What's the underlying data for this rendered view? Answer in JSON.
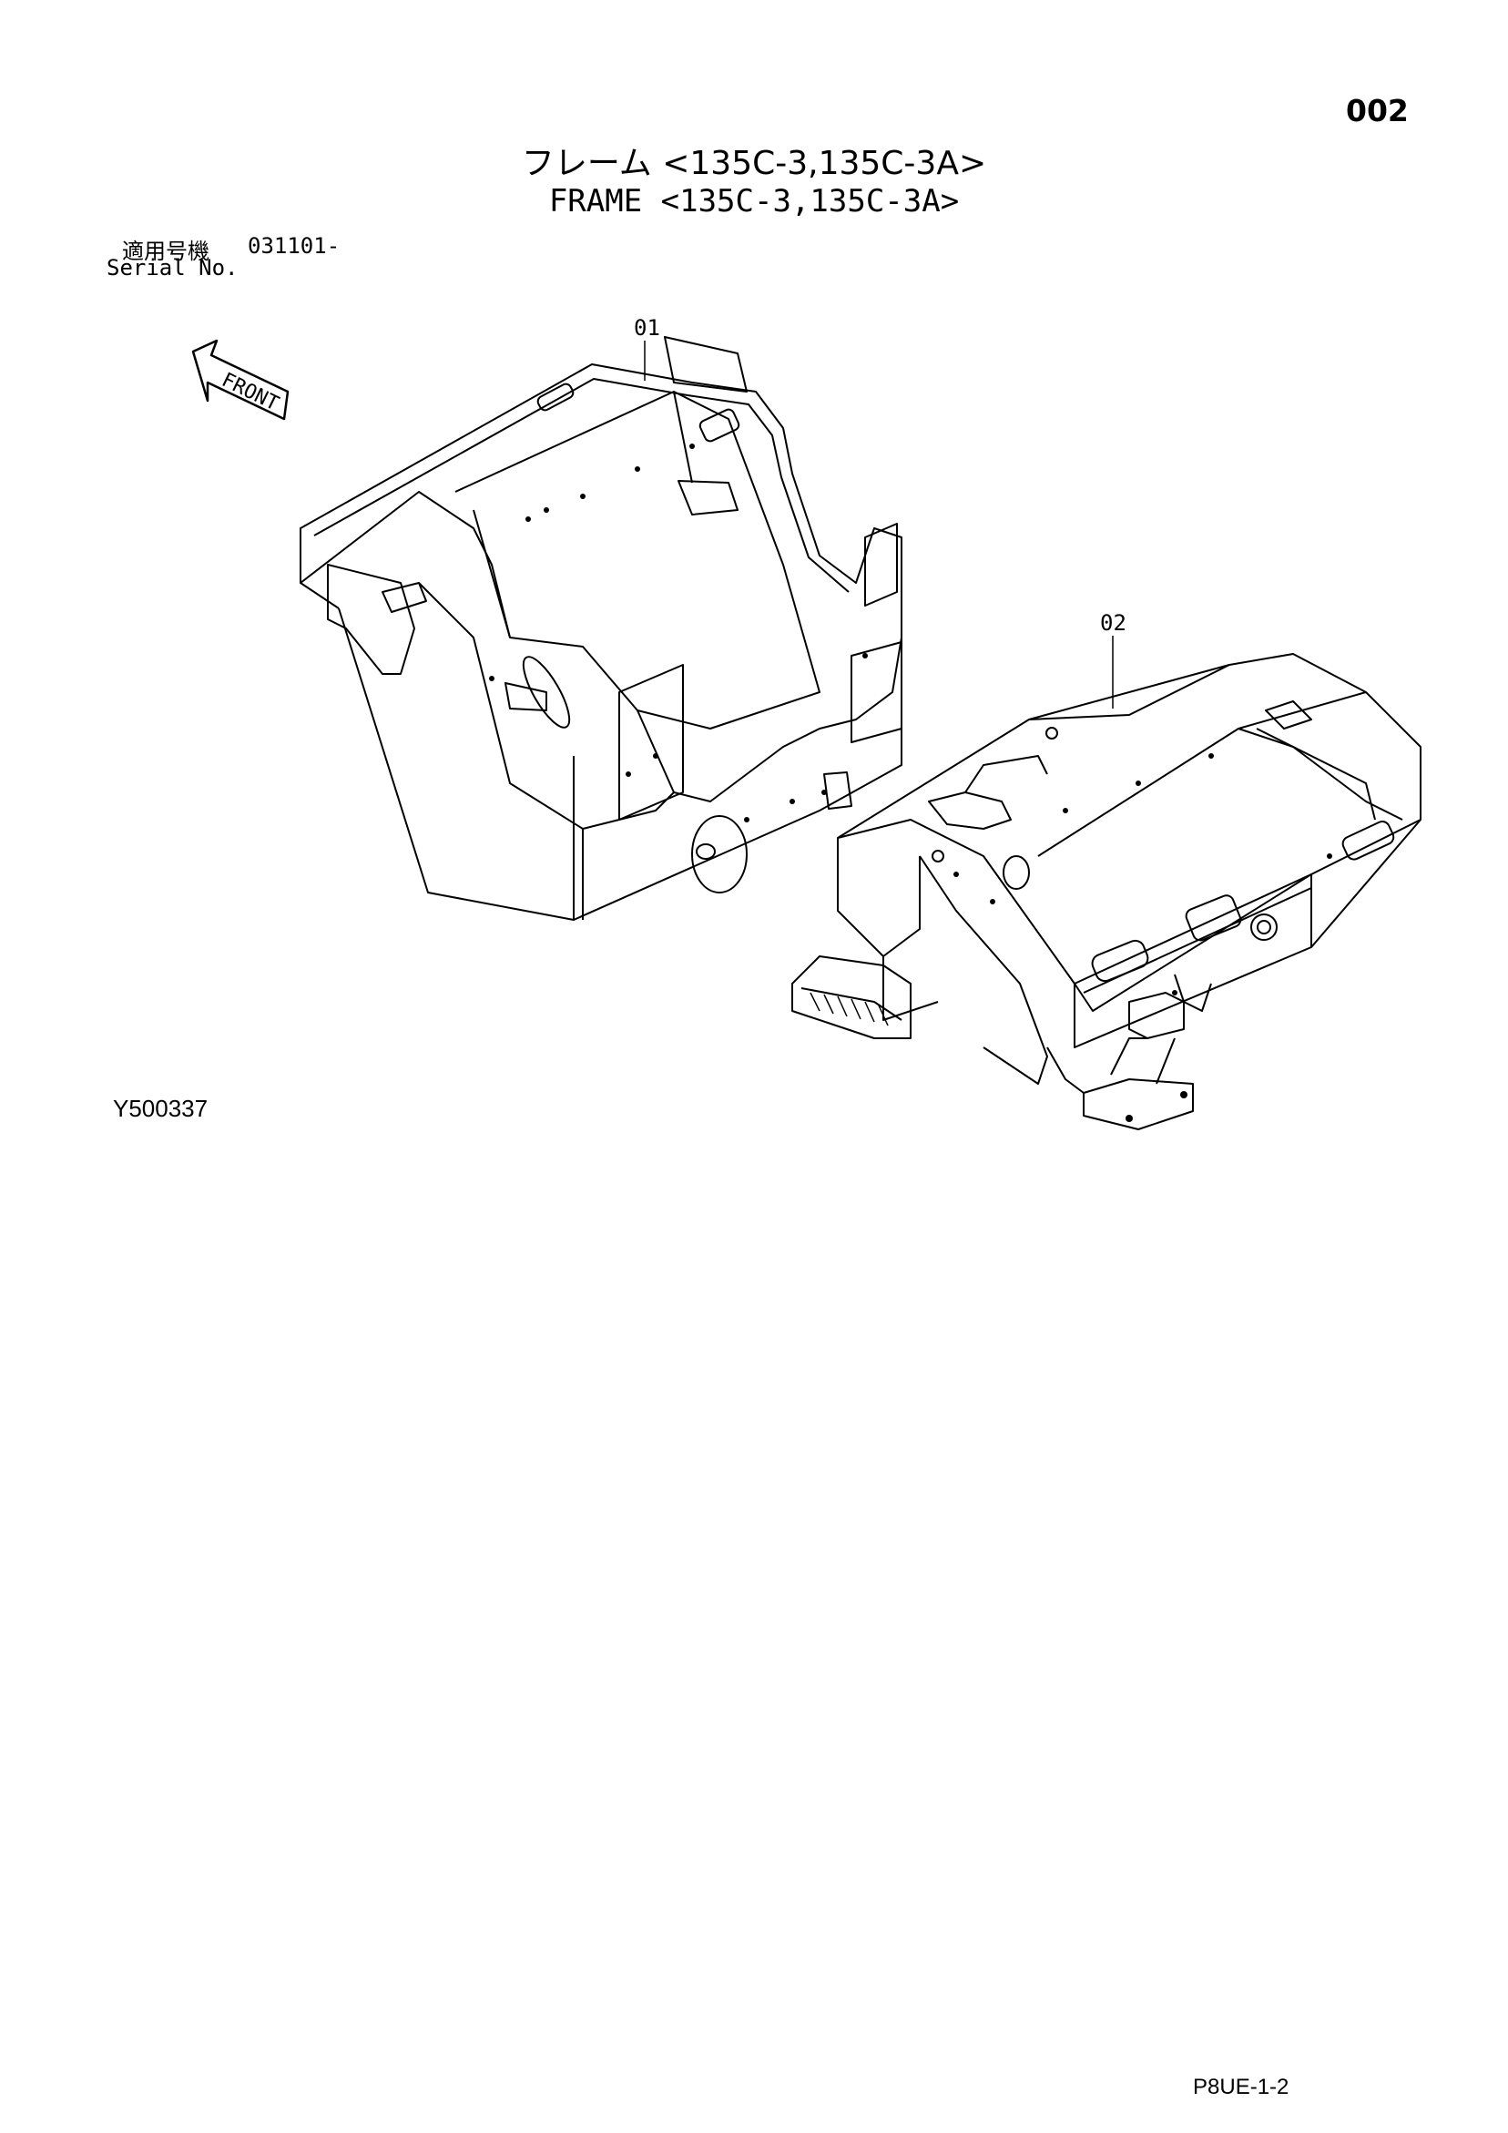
{
  "header": {
    "page_number": "002",
    "title_ja": "フレーム <135C-3,135C-3A>",
    "title_en": "FRAME <135C-3,135C-3A>"
  },
  "serial": {
    "label_ja": "適用号機",
    "value": "031101-",
    "label_en": "Serial No."
  },
  "drawing": {
    "front_label": "FRONT",
    "callouts": [
      "01",
      "02"
    ],
    "code": "Y500337"
  },
  "footer": {
    "doc_code": "P8UE-1-2"
  }
}
